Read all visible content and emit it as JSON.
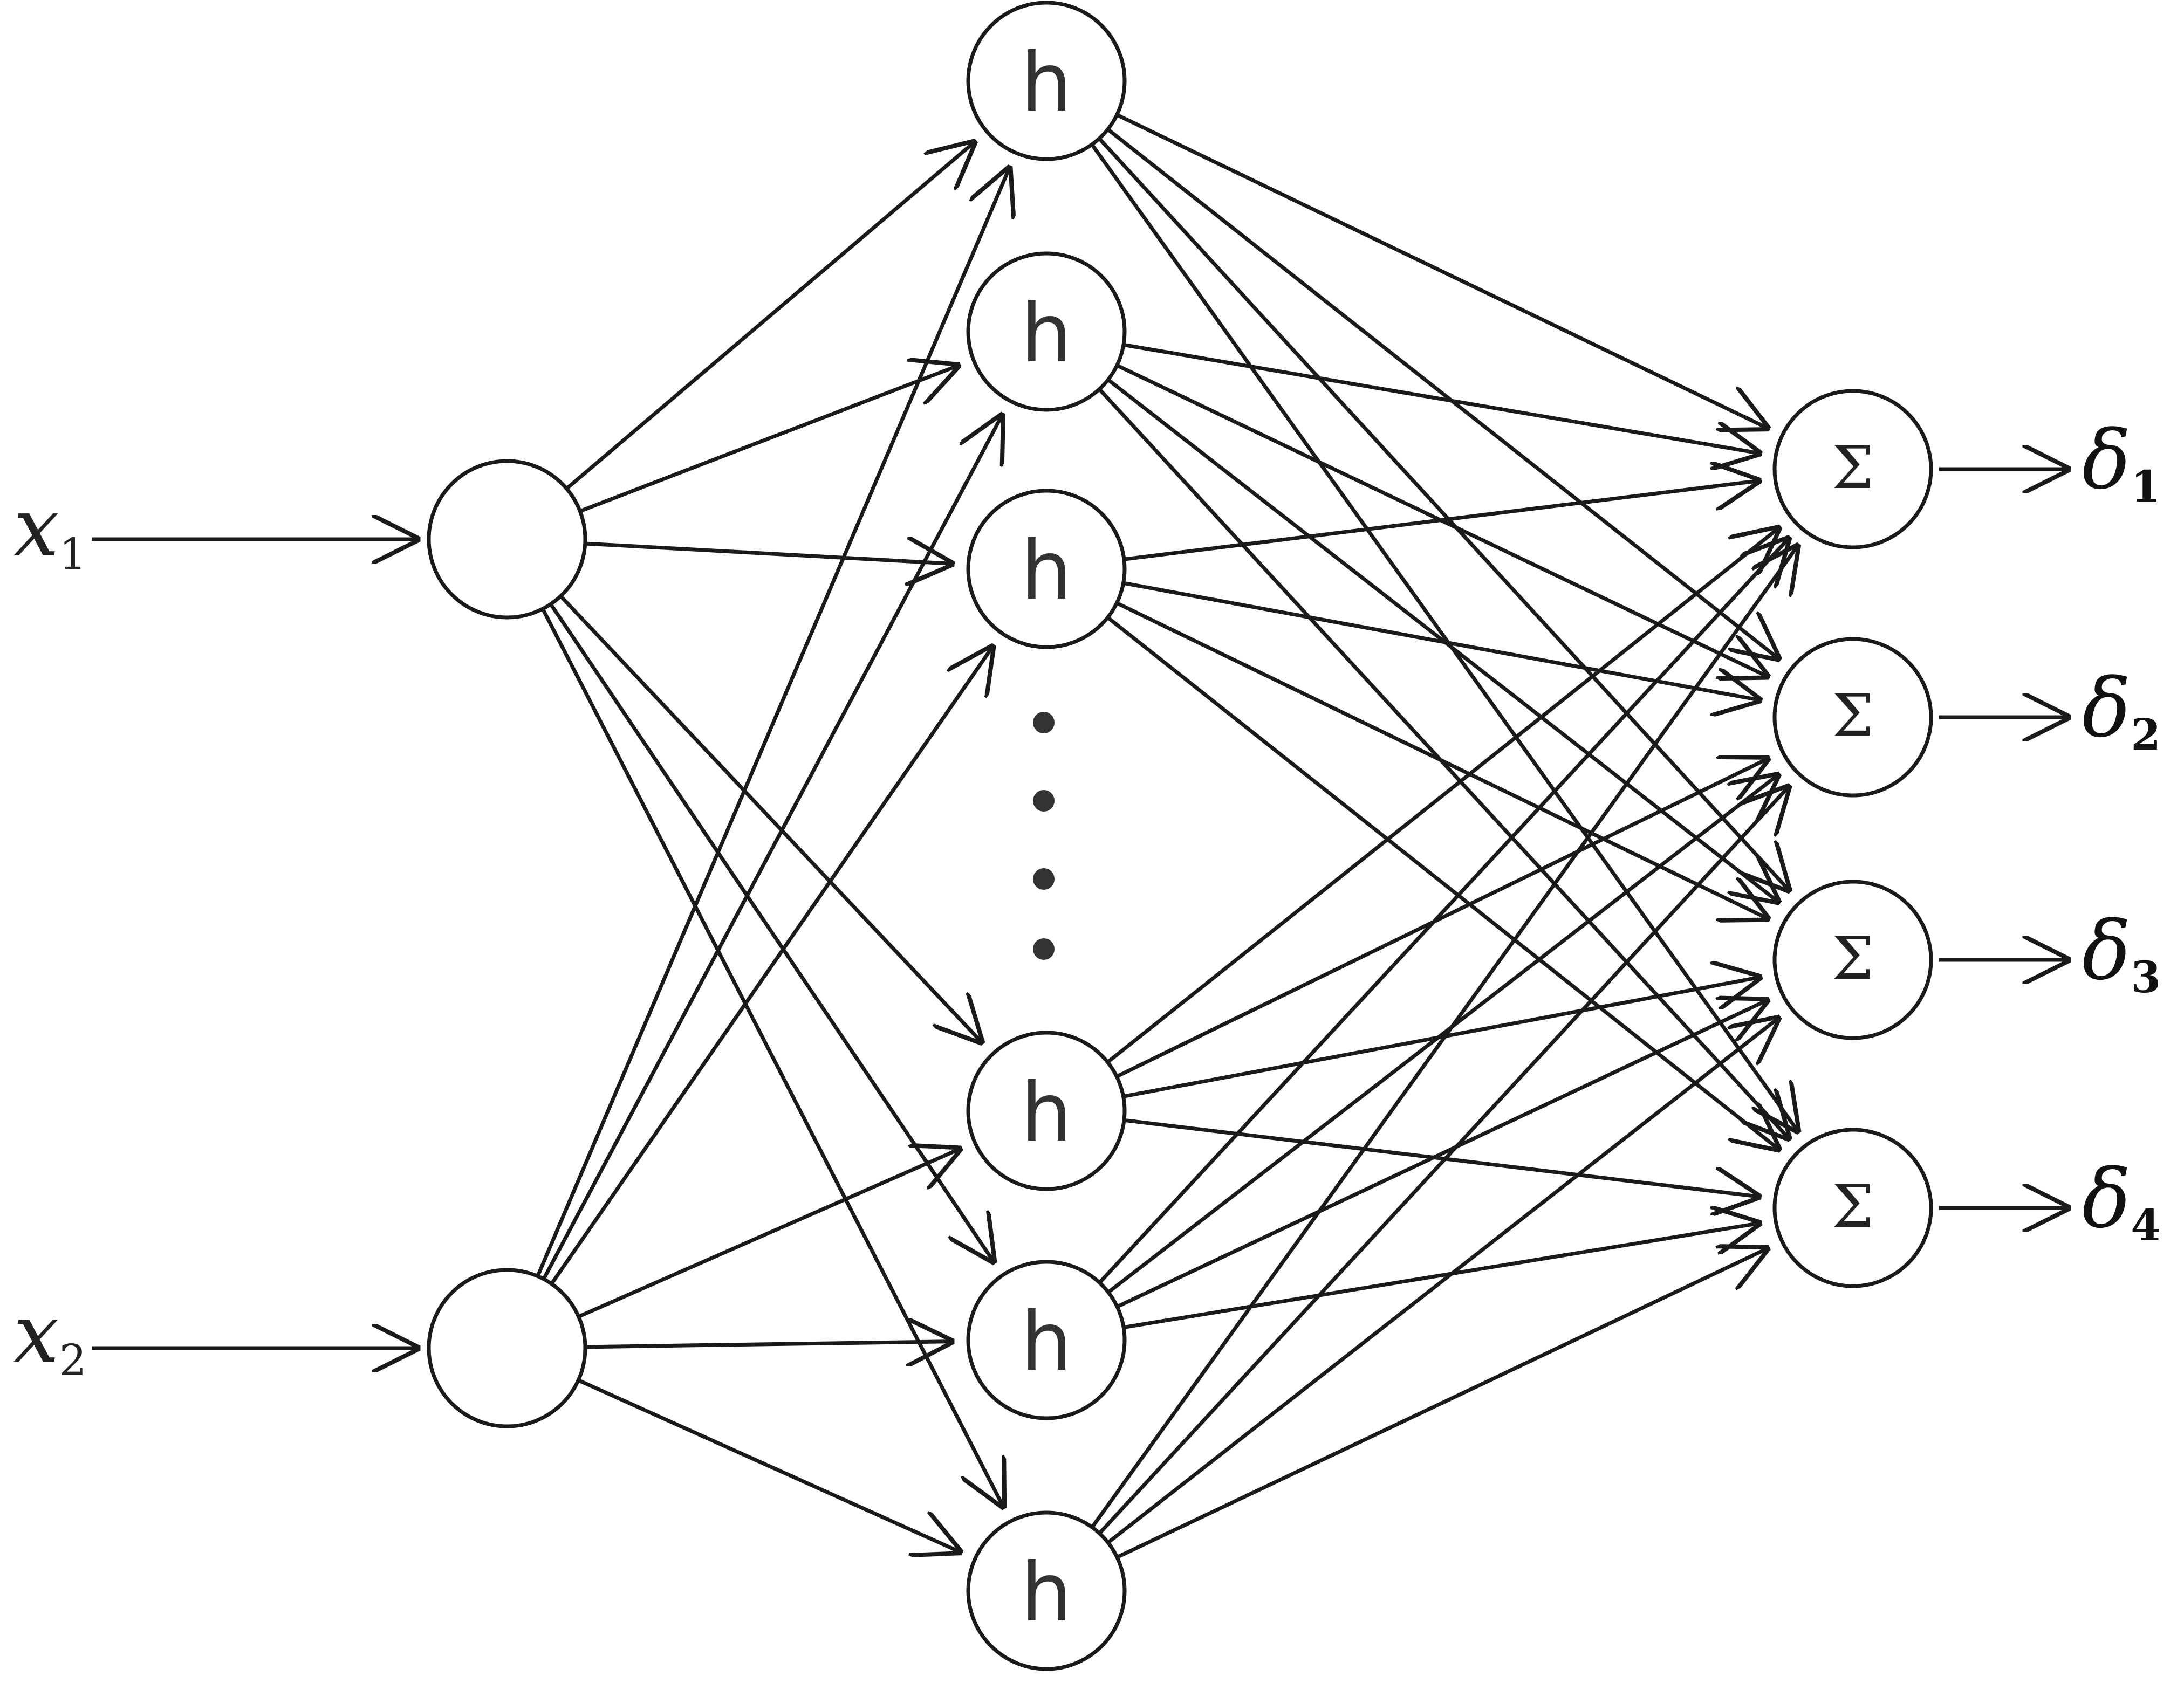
{
  "inputs": [
    {
      "symbol": "x",
      "subscript": "1"
    },
    {
      "symbol": "x",
      "subscript": "2"
    }
  ],
  "hidden_label": "h",
  "hidden_node_count": 6,
  "output_node_label": "Σ",
  "outputs": [
    {
      "symbol": "δ",
      "subscript": "1"
    },
    {
      "symbol": "δ",
      "subscript": "2"
    },
    {
      "symbol": "δ",
      "subscript": "3"
    },
    {
      "symbol": "δ",
      "subscript": "4"
    }
  ],
  "colors": {
    "stroke": "#1a1a1a",
    "background": "#ffffff"
  }
}
